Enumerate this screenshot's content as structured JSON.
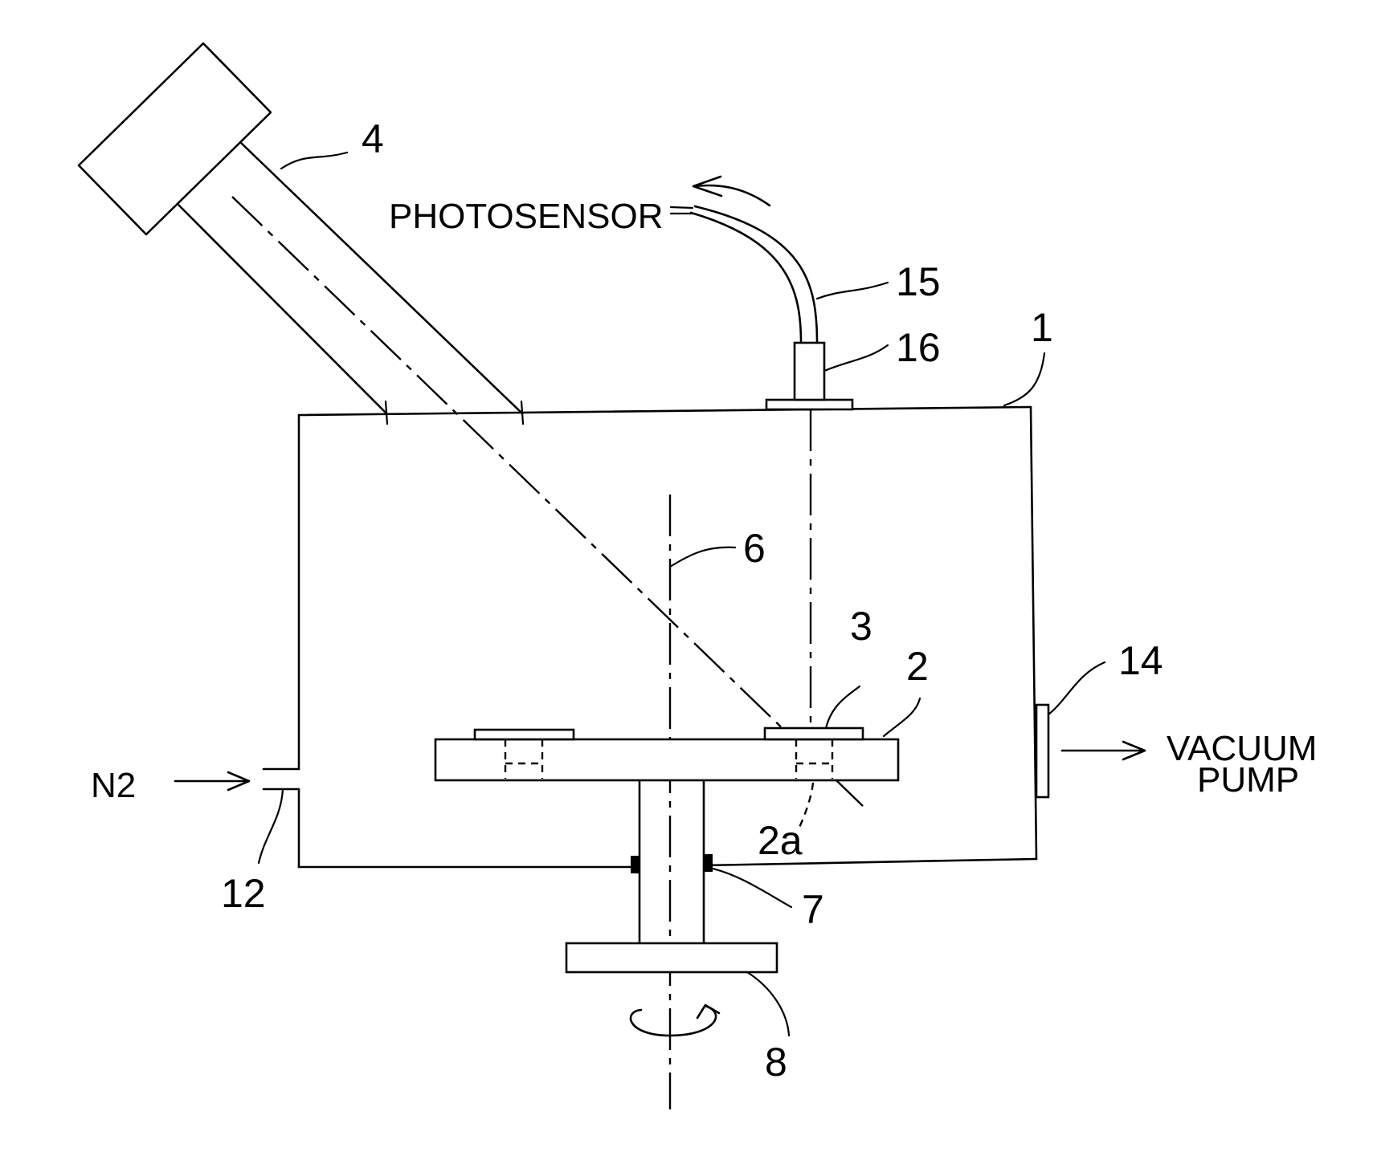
{
  "labels": {
    "chamber": "1",
    "table": "2",
    "table_hole": "2a",
    "sample": "3",
    "light_source": "4",
    "axis": "6",
    "seal": "7",
    "motor_base": "8",
    "gas_inlet": "12",
    "exhaust_port": "14",
    "fiber": "15",
    "fiber_holder": "16"
  },
  "texts": {
    "photosensor": "PHOTOSENSOR",
    "gas": "N2",
    "vacuum_line1": "VACUUM",
    "vacuum_line2": "PUMP"
  }
}
